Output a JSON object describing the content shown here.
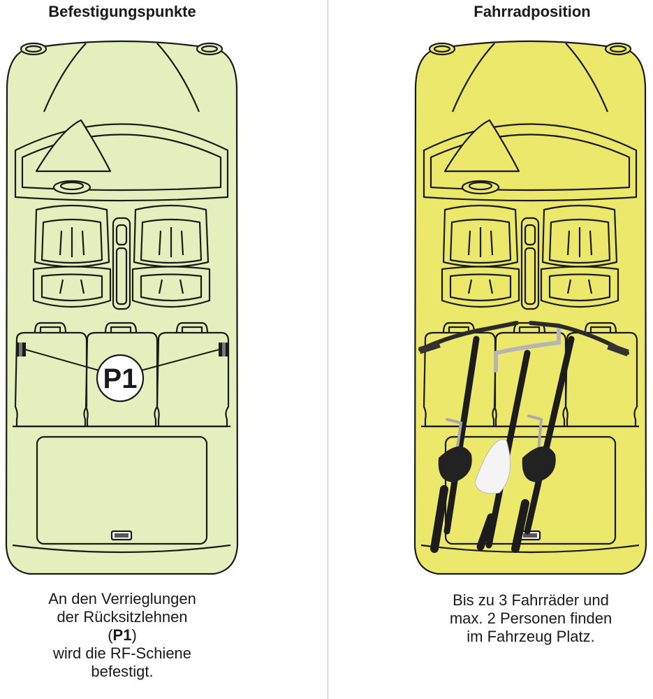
{
  "left_panel": {
    "title": "Befestigungspunkte",
    "marker_label": "P1",
    "caption": {
      "line1": "An den Verrieglungen",
      "line2": "der Rücksitzlehnen",
      "line3_open": "(",
      "line3_bold": "P1",
      "line3_close": ")",
      "line4": "wird die RF-Schiene",
      "line5": "befestigt."
    },
    "car_color": "#e5efbd"
  },
  "right_panel": {
    "title": "Fahrradposition",
    "caption": {
      "line1": "Bis zu 3 Fahrräder und",
      "line2": "max. 2 Personen finden",
      "line3": "im Fahrzeug Platz."
    },
    "car_color": "#ebe86c",
    "bike_count": 3
  }
}
